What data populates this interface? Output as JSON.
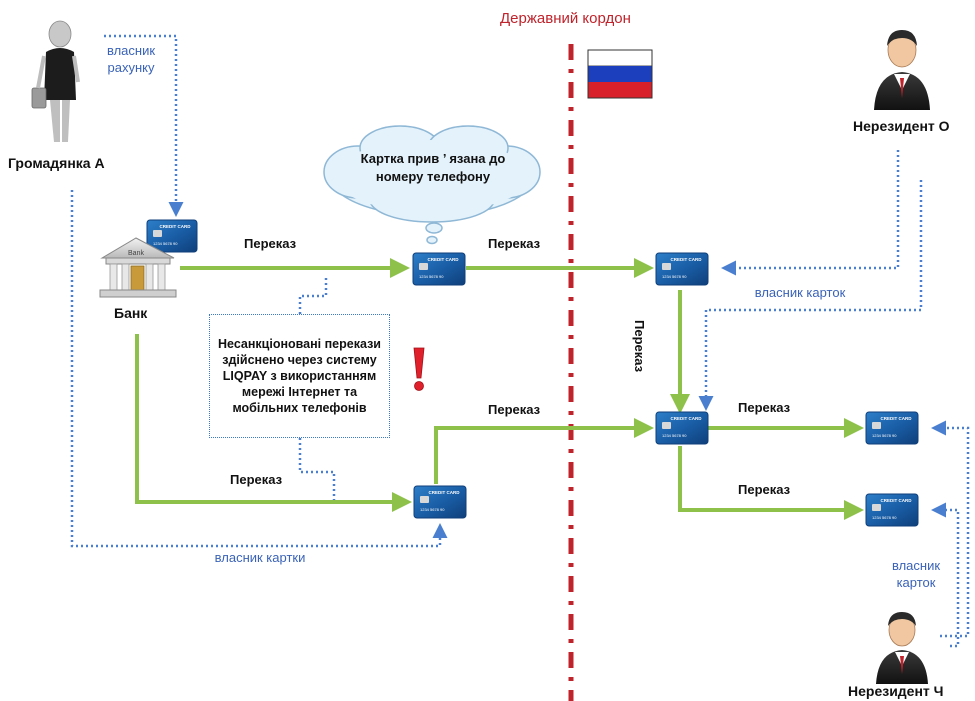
{
  "border": {
    "title": "Державний кордон"
  },
  "actors": {
    "citizen": {
      "name": "Громадянка А",
      "role_label": "власник рахунку"
    },
    "bank": {
      "name": "Банк",
      "sign": "Bank"
    },
    "nonresident_o": {
      "name": "Нерезидент О",
      "role_label": "власник карток"
    },
    "nonresident_ch": {
      "name": "Нерезидент Ч",
      "role_label": "власник карток"
    }
  },
  "cloud": {
    "text": "Картка прив ’ язана до номеру телефону"
  },
  "notice": {
    "text": "Несанкціоновані перекази здійснено через систему LIQPAY з використанням мережі Інтернет та мобільних телефонів"
  },
  "card_owner_label": "власник картки",
  "transfer_label": "Переказ",
  "card": {
    "brand": "CREDIT CARD",
    "number": "1234 5678 90"
  },
  "colors": {
    "flow": "#8dc14a",
    "ownership": "#4a7fd0",
    "border_line": "#c0232b",
    "flag": [
      "#ffffff",
      "#1c3fbd",
      "#d8202a"
    ]
  }
}
